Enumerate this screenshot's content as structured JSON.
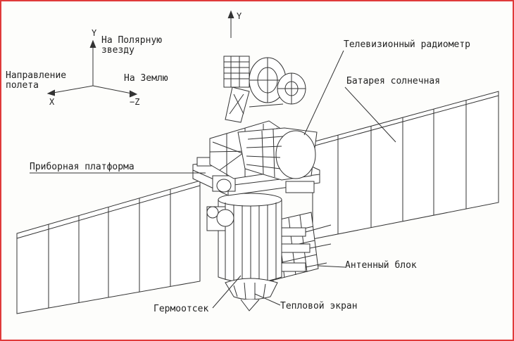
{
  "axes": {
    "y_letter": "Y",
    "y_caption_line1": "На Полярную",
    "y_caption_line2": "звезду",
    "x_letter": "X",
    "x_caption_line1": "Направление",
    "x_caption_line2": "полета",
    "z_letter": "−Z",
    "z_caption": "На Землю",
    "top_y_letter": "Y"
  },
  "labels": {
    "tv_radiometer": "Телевизионный радиометр",
    "solar_battery": "Батарея солнечная",
    "instrument_platform": "Приборная платформа",
    "antenna_block": "Антенный блок",
    "pressure_compartment": "Гермоотсек",
    "heat_shield": "Тепловой экран"
  },
  "colors": {
    "frame_border": "#e03a3a",
    "line": "#333333"
  }
}
